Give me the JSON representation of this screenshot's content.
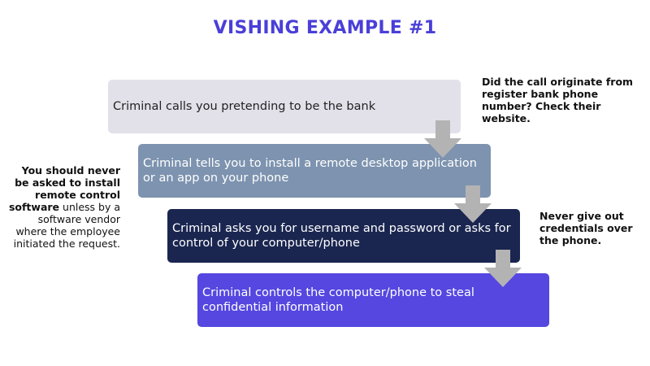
{
  "title": "VISHING EXAMPLE #1",
  "steps": [
    {
      "text": "Criminal calls you pretending to be the bank"
    },
    {
      "text": "Criminal tells you to install a remote desktop application or an app on your phone"
    },
    {
      "text": "Criminal asks you for username and password or asks for control of your computer/phone"
    },
    {
      "text": "Criminal controls the computer/phone to steal confidential information"
    }
  ],
  "notes": {
    "right_top": "Did the call originate from register bank phone number? Check their website.",
    "left_bold": "You should never be asked to install remote control software",
    "left_regular": " unless by a software vendor where the employee initiated the request.",
    "right_mid": "Never give out credentials over the phone."
  },
  "colors": {
    "title": "#4a3fd8",
    "step_1": "#e2e1ea",
    "step_2": "#7d93af",
    "step_3": "#1a2650",
    "step_4": "#5547e0",
    "arrow": "#b3b3b3"
  }
}
